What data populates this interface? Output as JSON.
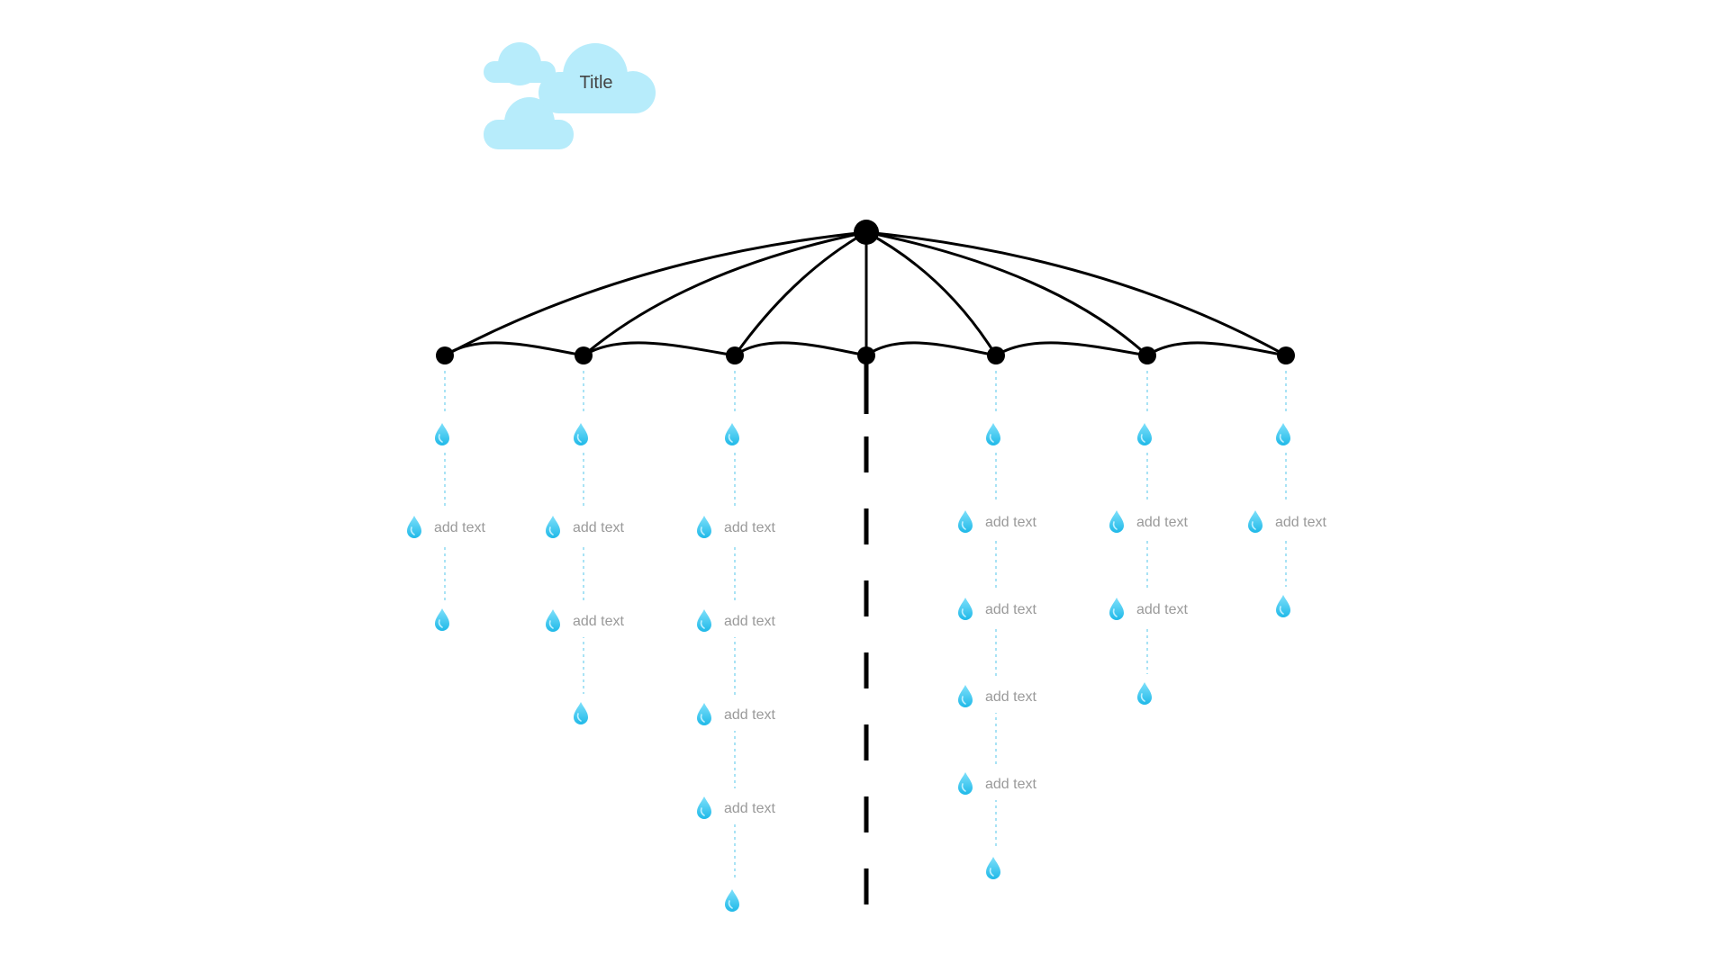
{
  "title": "Title",
  "colors": {
    "cloud": "#b7ecfb",
    "drop": "#2cc6ee",
    "drop_highlight": "#bff0ff",
    "dotted_line": "#a9e3f5",
    "frame": "#000000",
    "label_text": "#9a9a9a",
    "title_text": "#444444"
  },
  "diagram": {
    "type": "umbrella-rain-list",
    "columns": [
      {
        "labels": [
          "add text"
        ]
      },
      {
        "labels": [
          "add text",
          "add text"
        ]
      },
      {
        "labels": [
          "add text",
          "add text",
          "add text",
          "add text"
        ]
      },
      {
        "labels": []
      },
      {
        "labels": [
          "add text",
          "add text",
          "add text",
          "add text"
        ]
      },
      {
        "labels": [
          "add text",
          "add text"
        ]
      },
      {
        "labels": [
          "add text"
        ]
      }
    ]
  }
}
